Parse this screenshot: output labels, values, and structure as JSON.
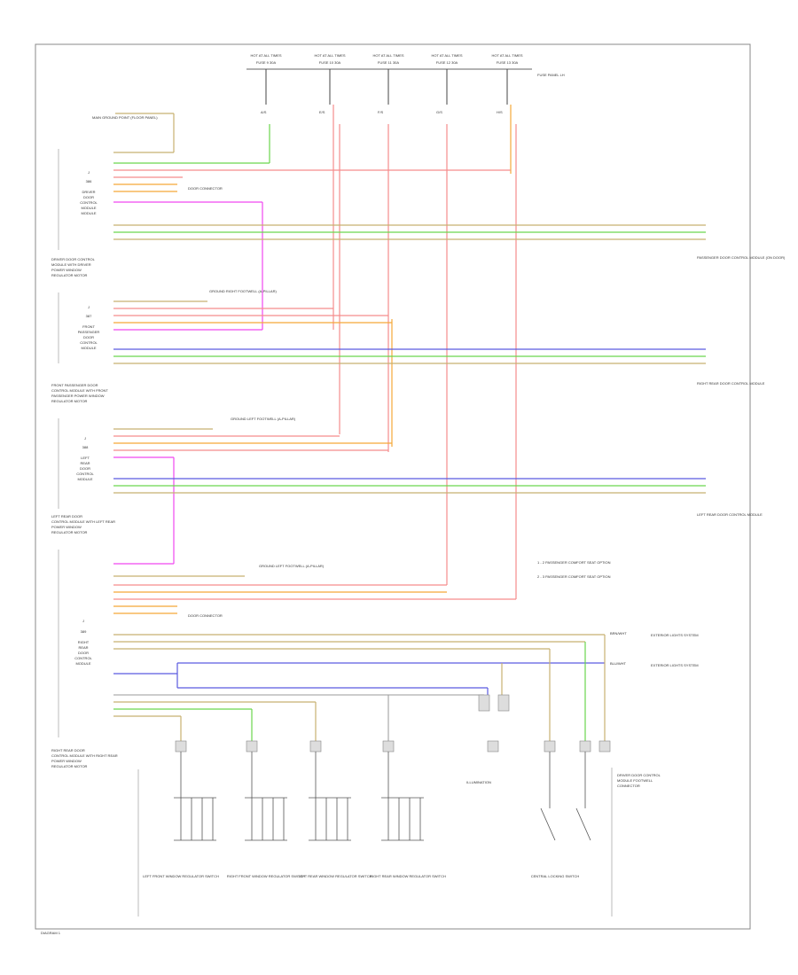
{
  "diagram": {
    "fuses": [
      {
        "label": "HOT AT ALL TIMES",
        "fuse": "FUSE 9 30A",
        "pin": "A/S"
      },
      {
        "label": "HOT AT ALL TIMES",
        "fuse": "FUSE 10 30A",
        "pin": "E/S"
      },
      {
        "label": "HOT AT ALL TIMES",
        "fuse": "FUSE 11 30A",
        "pin": "F/S"
      },
      {
        "label": "HOT AT ALL TIMES",
        "fuse": "FUSE 12 30A",
        "pin": "G/S"
      },
      {
        "label": "HOT AT ALL TIMES",
        "fuse": "FUSE 13 30A",
        "pin": "H/S"
      }
    ],
    "fuse_panel_label": "FUSE PANEL LH",
    "ground_top": "MAIN GROUND POINT (FLOOR PANEL)",
    "modules": [
      {
        "lines": [
          "J",
          "386",
          "DRIVER",
          "DOOR",
          "CONTROL",
          "MODULE"
        ],
        "caption": [
          "DRIVER DOOR CONTROL",
          "MODULE WITH DRIVER",
          "POWER WINDOW",
          "REGULATOR MOTOR"
        ]
      },
      {
        "lines": [
          "J",
          "387",
          "FRONT",
          "PASSENGER",
          "DOOR",
          "CONTROL",
          "MODULE"
        ],
        "caption": [
          "FRONT PASSENGER DOOR",
          "CONTROL MODULE WITH FRONT",
          "PASSENGER POWER WINDOW",
          "REGULATOR MOTOR"
        ]
      },
      {
        "lines": [
          "J",
          "388",
          "LEFT",
          "REAR",
          "DOOR",
          "CONTROL",
          "MODULE"
        ],
        "caption": [
          "LEFT REAR DOOR",
          "CONTROL MODULE WITH LEFT REAR",
          "POWER WINDOW",
          "REGULATOR MOTOR"
        ]
      },
      {
        "lines": [
          "J",
          "389",
          "RIGHT",
          "REAR",
          "DOOR",
          "CONTROL",
          "MODULE"
        ],
        "caption": [
          "RIGHT REAR DOOR",
          "CONTROL MODULE WITH RIGHT REAR",
          "POWER WINDOW",
          "REGULATOR MOTOR"
        ]
      }
    ],
    "ground_labels": [
      "GROUND RIGHT FOOTWELL (A-PILLAR)",
      "GROUND LEFT FOOTWELL (A-PILLAR)",
      "GROUND LEFT FOOTWELL (A-PILLAR)"
    ],
    "door_connector_notes": [
      "DOOR CONNECTOR",
      "DOOR CONNECTOR"
    ],
    "legend": [
      "1 - 2 PASSENGER COMFORT SEAT OPTION",
      "2 - 3 PASSENGER COMFORT SEAT OPTION"
    ],
    "right_targets": [
      "PASSENGER DOOR CONTROL MODULE (ON DOOR)",
      "RIGHT REAR DOOR CONTROL MODULE",
      "LEFT REAR DOOR CONTROL MODULE"
    ],
    "bottom_right_targets": [
      "EXTERIOR LIGHTS SYSTEM",
      "EXTERIOR LIGHTS SYSTEM"
    ],
    "bottom_right_wires": [
      "BRN/WHT",
      "BLU/WHT"
    ],
    "switches": [
      "LEFT FRONT WINDOW REGULATOR SWITCH",
      "RIGHT FRONT WINDOW REGULATOR SWITCH",
      "LEFT REAR WINDOW REGULATOR SWITCH",
      "RIGHT REAR WINDOW REGULATOR SWITCH"
    ],
    "center_note": "ILLUMINATION",
    "central_switch": "CENTRAL LOCKING SWITCH",
    "bottom_right_module": [
      "DRIVER DOOR CONTROL",
      "MODULE FOOTWELL",
      "CONNECTOR"
    ],
    "wire_colors": {
      "red": "#f58c8c",
      "pink": "#f048f0",
      "green": "#6ad64e",
      "orange": "#f5a838",
      "blue": "#5a5ae0",
      "tan": "#c8b070",
      "gray": "#9a9a9a",
      "black": "#222222"
    },
    "footer_id": "DIAGRAM 1"
  }
}
